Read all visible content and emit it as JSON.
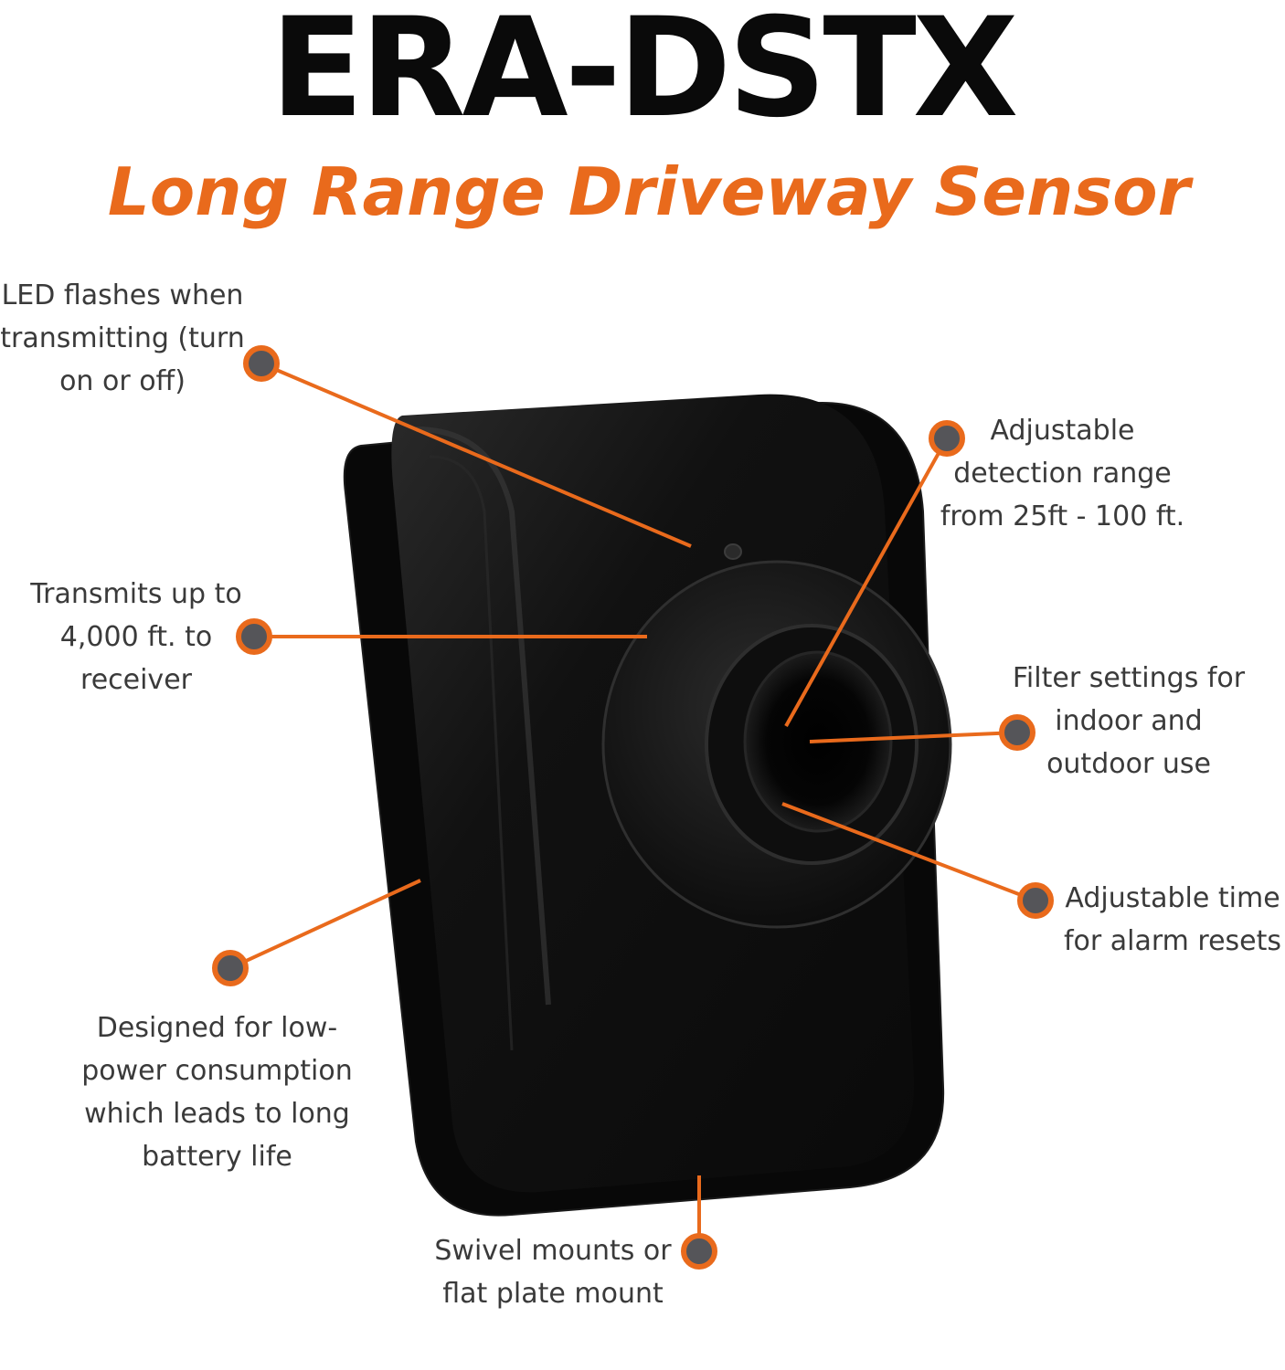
{
  "header": {
    "title": "ERA-DSTX",
    "subtitle": "Long Range Driveway Sensor"
  },
  "colors": {
    "accent": "#e96a1c",
    "dot": "#555559",
    "title": "#0a0a0a",
    "label_text": "#3a3a3a",
    "device_body": "#101010"
  },
  "callouts": [
    {
      "id": "led",
      "text": "LED flashes when\ntransmitting (turn\non or off)"
    },
    {
      "id": "range",
      "text": "Adjustable\ndetection range\nfrom 25ft - 100 ft."
    },
    {
      "id": "transmit",
      "text": "Transmits up to\n4,000 ft. to\nreceiver"
    },
    {
      "id": "filter",
      "text": "Filter settings for\nindoor and\noutdoor use"
    },
    {
      "id": "reset",
      "text": "Adjustable time\nfor alarm resets"
    },
    {
      "id": "power",
      "text": "Designed for low-\npower consumption\nwhich leads to long\nbattery life"
    },
    {
      "id": "mount",
      "text": "Swivel mounts or\nflat plate mount"
    }
  ]
}
